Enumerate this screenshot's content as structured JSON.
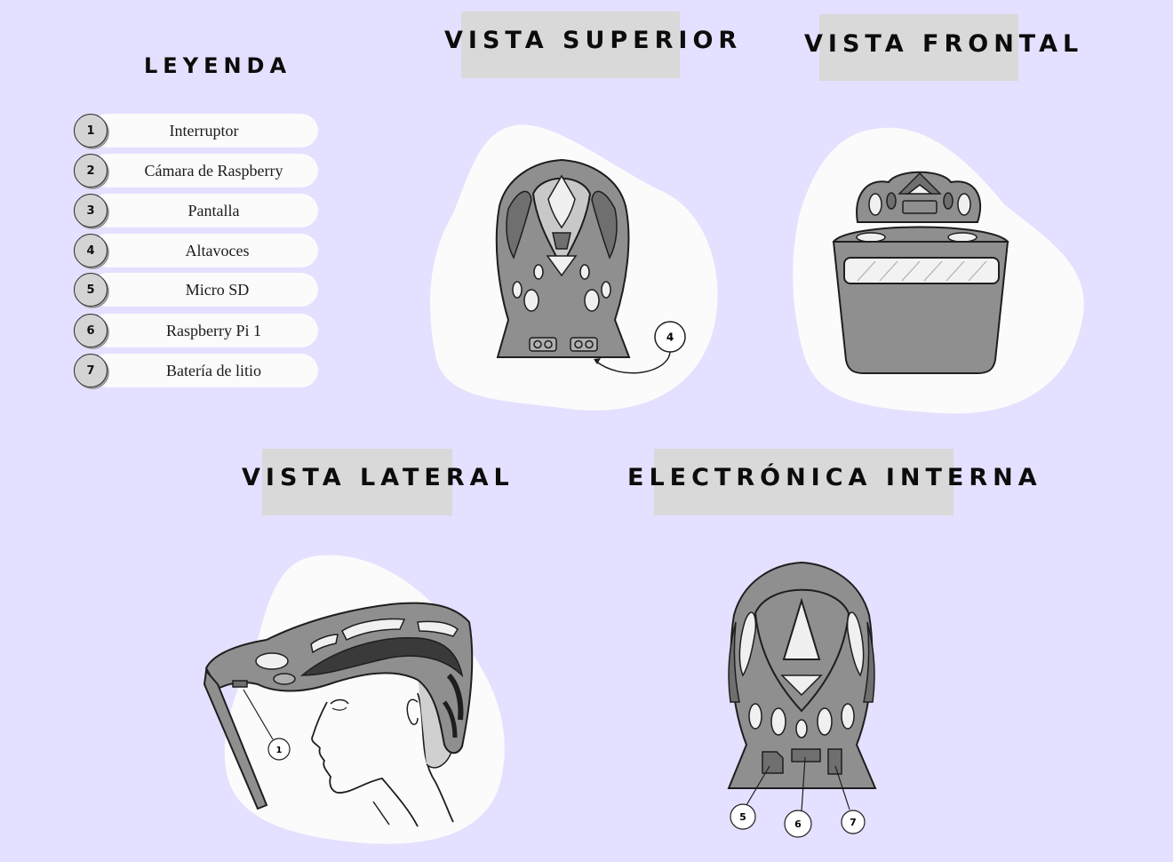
{
  "legend": {
    "title": "LEYENDA",
    "items": [
      {
        "num": "1",
        "label": "Interruptor"
      },
      {
        "num": "2",
        "label": "Cámara de Raspberry"
      },
      {
        "num": "3",
        "label": "Pantalla"
      },
      {
        "num": "4",
        "label": "Altavoces"
      },
      {
        "num": "5",
        "label": "Micro SD"
      },
      {
        "num": "6",
        "label": "Raspberry Pi 1"
      },
      {
        "num": "7",
        "label": "Batería de litio"
      }
    ]
  },
  "views": {
    "top": {
      "title": "VISTA SUPERIOR",
      "callout": "4"
    },
    "front": {
      "title": "VISTA FRONTAL"
    },
    "side": {
      "title": "VISTA LATERAL",
      "callout": "1"
    },
    "internal": {
      "title": "ELECTRÓNICA INTERNA",
      "callouts": [
        "5",
        "6",
        "7"
      ]
    }
  },
  "colors": {
    "background": "#e4e0ff",
    "blob": "#fbfbfb",
    "title_highlight": "#d9d9d9",
    "helmet_gray": "#8f8f8f",
    "helmet_dark": "#6f6f6f"
  }
}
